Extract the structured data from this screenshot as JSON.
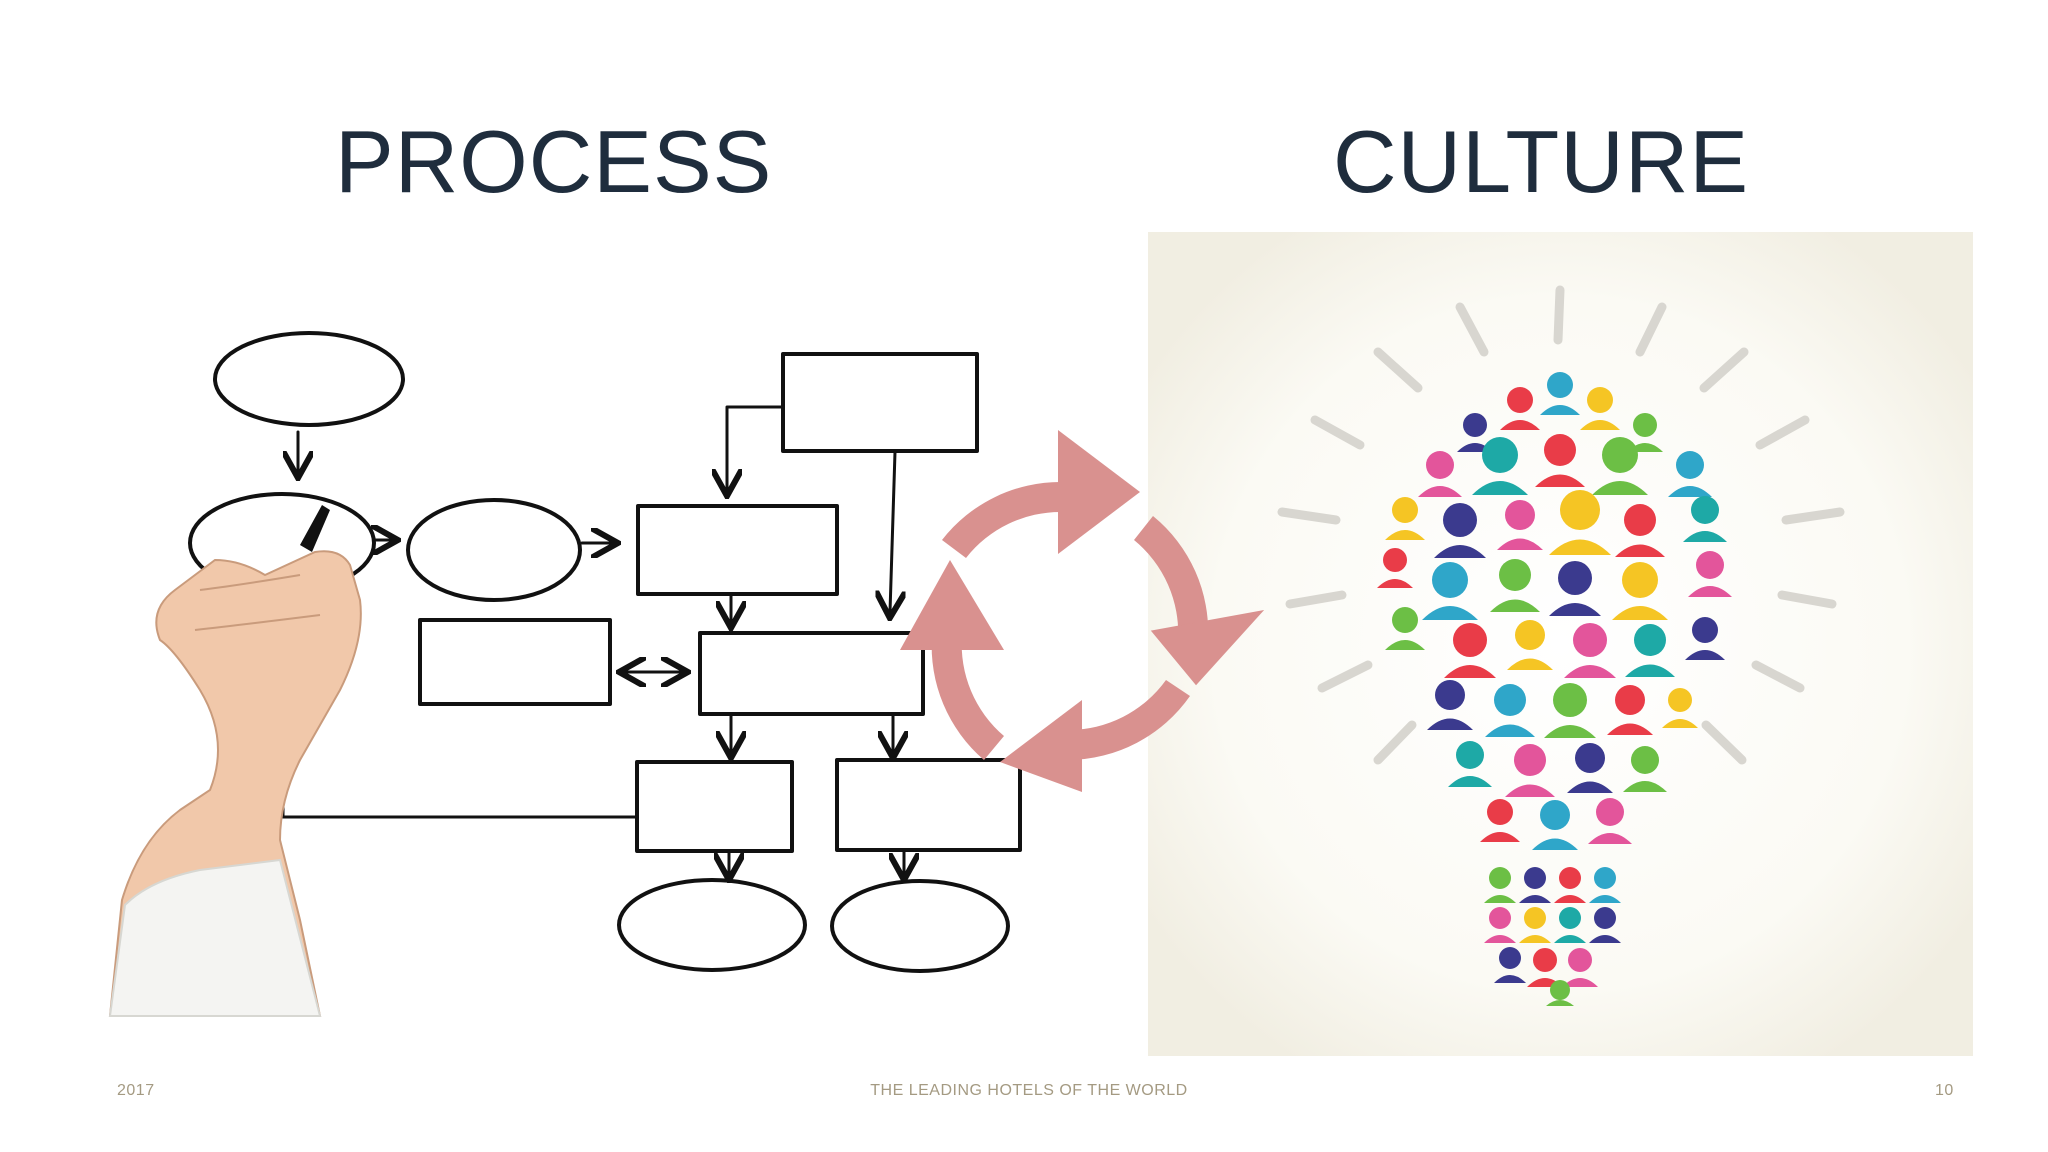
{
  "slide": {
    "left_title": "PROCESS",
    "right_title": "CULTURE",
    "footer_year": "2017",
    "footer_center": "THE LEADING HOTELS OF THE WORLD",
    "page_number": "10"
  },
  "images": {
    "left": "hand-drawing-flowchart-illustration",
    "center": "cycle-arrows-icon",
    "right": "people-lightbulb-illustration"
  },
  "colors": {
    "title": "#1f2d3d",
    "footer": "#a49a82",
    "cycle_arrows": "#d9918f",
    "bulb_background": "#f8f6ee"
  }
}
